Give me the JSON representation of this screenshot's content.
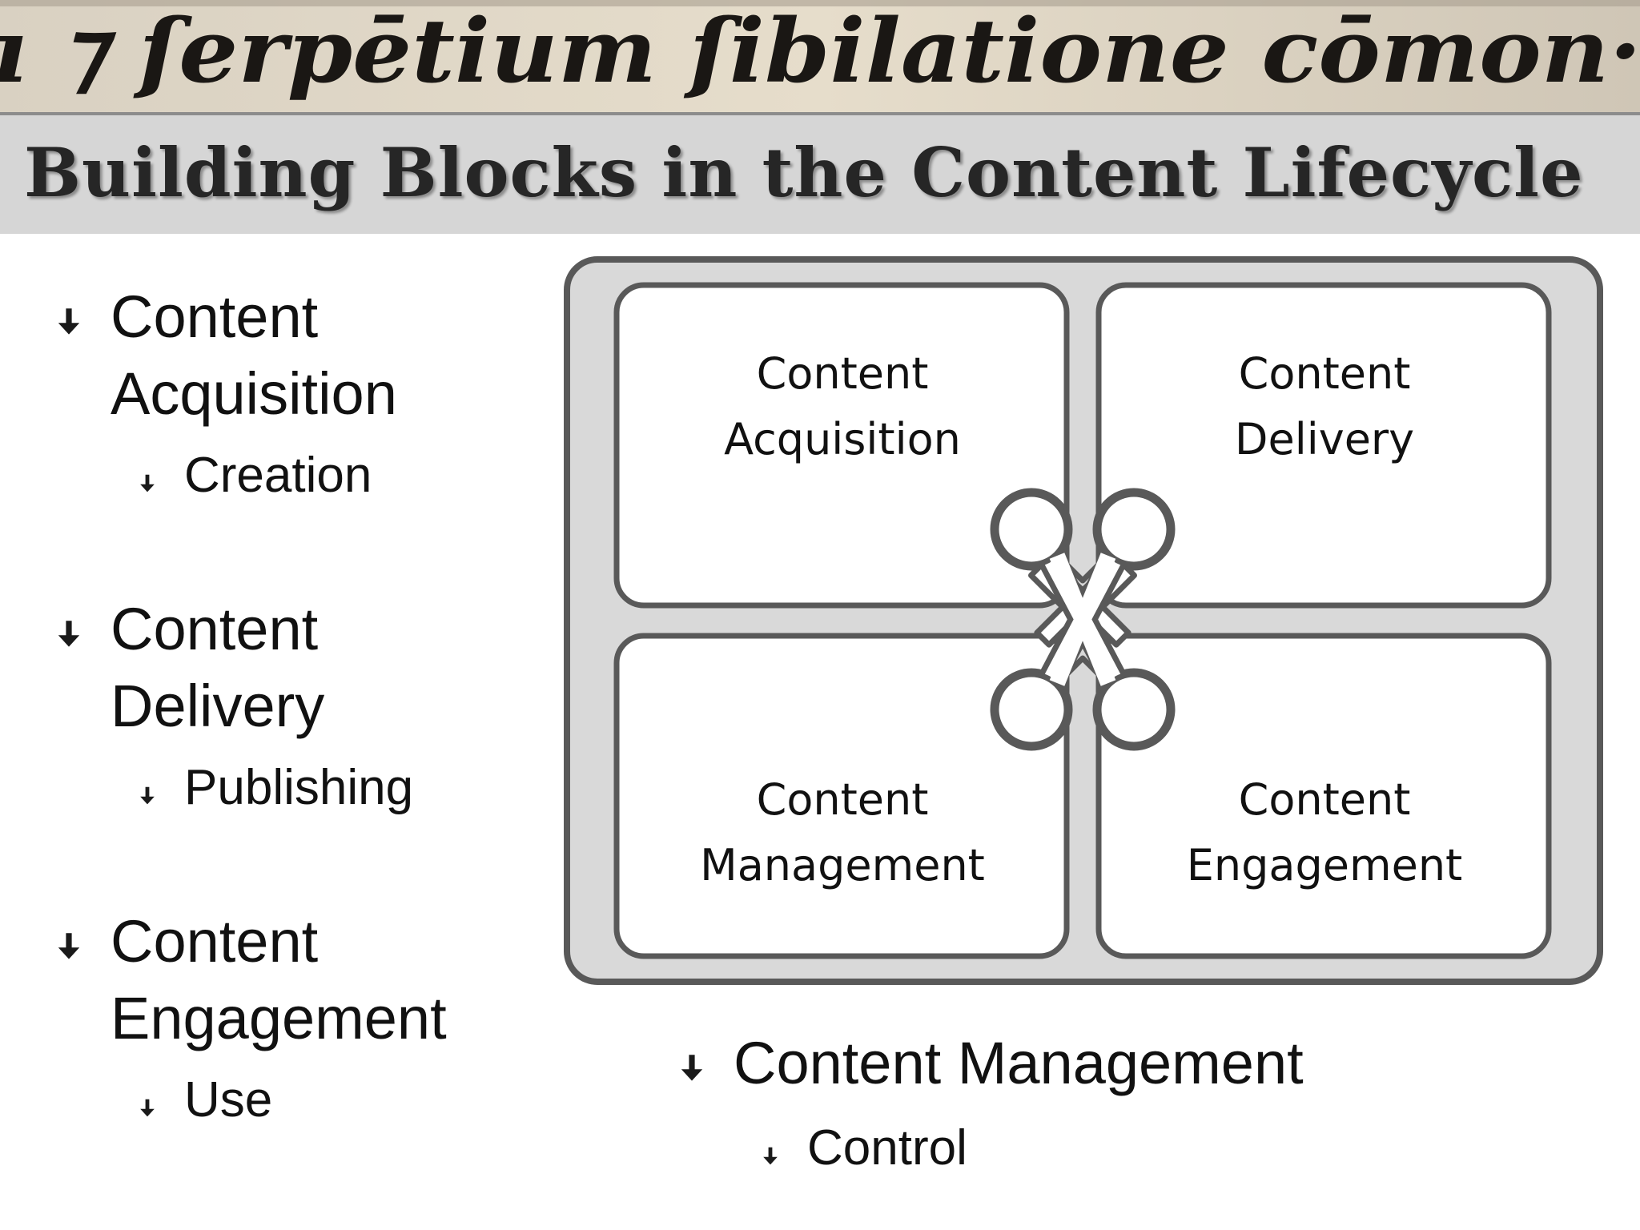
{
  "banner": {
    "text": "ı ⁊ ſerpētium ſibilatione cōmon·"
  },
  "slide": {
    "title": "Building Blocks in the Content Lifecycle"
  },
  "outline": [
    {
      "line1": "Content",
      "line2": "Acquisition",
      "sub": "Creation"
    },
    {
      "line1": "Content",
      "line2": "Delivery",
      "sub": "Publishing"
    },
    {
      "line1": "Content",
      "line2": "Engagement",
      "sub": "Use"
    }
  ],
  "management_note": {
    "label": "Content Management",
    "sub": "Control"
  },
  "diagram": {
    "quadrants": [
      {
        "line1": "Content",
        "line2": "Acquisition"
      },
      {
        "line1": "Content",
        "line2": "Delivery"
      },
      {
        "line1": "Content",
        "line2": "Management"
      },
      {
        "line1": "Content",
        "line2": "Engagement"
      }
    ],
    "connector_icon": "cross-connector-icon"
  },
  "colors": {
    "title_bar": "#d6d6d6",
    "diagram_frame_fill": "#d9d9d9",
    "diagram_stroke": "#595959",
    "text": "#111111"
  }
}
